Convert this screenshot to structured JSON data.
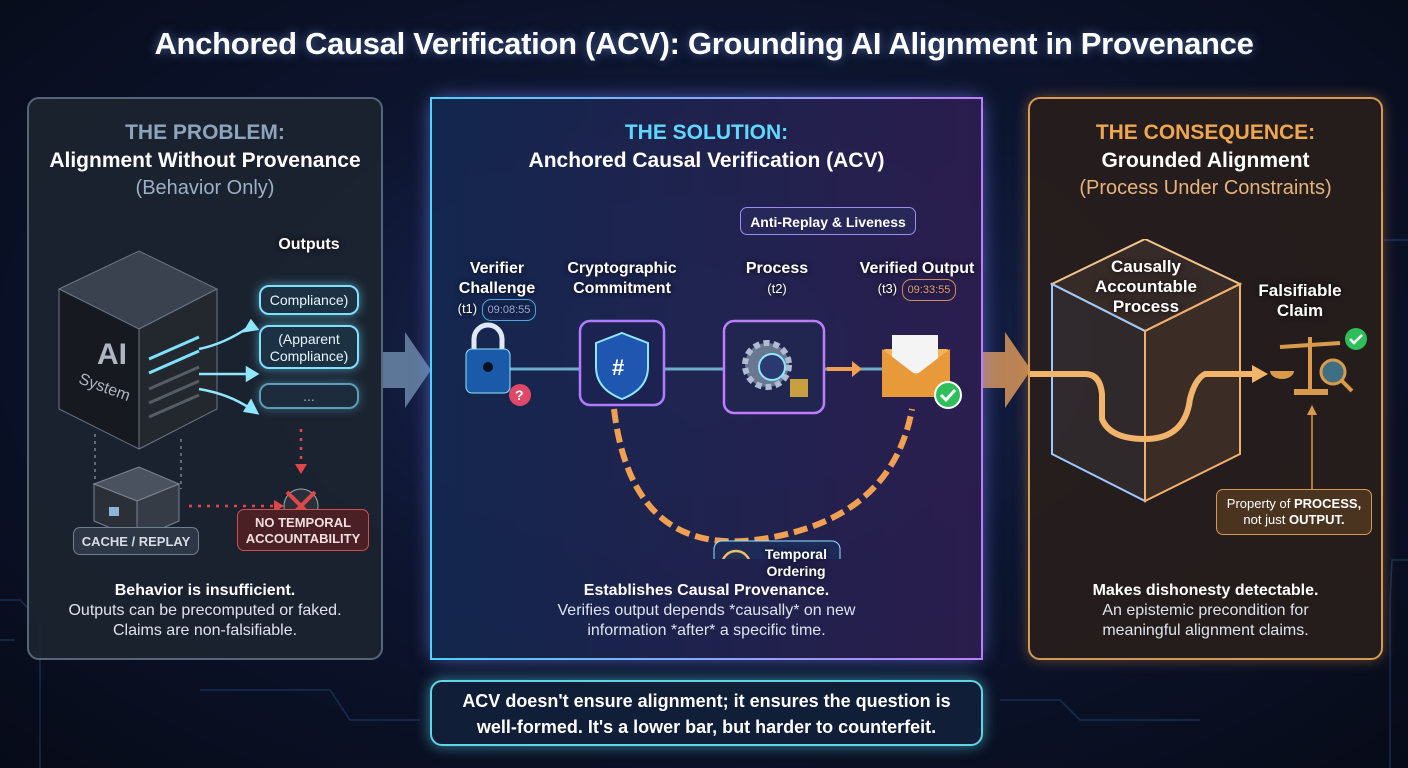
{
  "title": "Anchored Causal Verification (ACV): Grounding AI Alignment in Provenance",
  "problem": {
    "kicker": "THE PROBLEM:",
    "heading": "Alignment Without Provenance",
    "subheading": "(Behavior Only)",
    "ai_label_1": "AI",
    "ai_label_2": "System",
    "outputs_label": "Outputs",
    "outputs": [
      "Compliance)",
      "(Apparent\nCompliance)",
      "..."
    ],
    "cache_label": "CACHE / REPLAY",
    "no_temporal_label": "NO TEMPORAL ACCOUNTABILITY",
    "footer_bold": "Behavior is insufficient.",
    "footer_lines": [
      "Outputs can be precomputed or faked.",
      "Claims are non-falsifiable."
    ]
  },
  "solution": {
    "kicker": "THE SOLUTION:",
    "heading": "Anchored Causal Verification (ACV)",
    "callout": "Anti-Replay & Liveness",
    "steps": [
      {
        "label": "Verifier Challenge",
        "time": "(t1)",
        "stamp": "09:08:55"
      },
      {
        "label": "Cryptographic Commitment"
      },
      {
        "label": "Process",
        "time": "(t2)"
      },
      {
        "label": "Verified Output",
        "time": "(t3)",
        "stamp": "09:33:55"
      }
    ],
    "temporal_label": "Temporal Ordering",
    "footer_bold": "Establishes Causal Provenance.",
    "footer_lines": [
      "Verifies output depends *causally* on new",
      "information *after* a specific time."
    ]
  },
  "consequence": {
    "kicker": "THE CONSEQUENCE:",
    "heading": "Grounded Alignment",
    "subheading": "(Process Under Constraints)",
    "cube_label": "Causally Accountable Process",
    "claim_label": "Falsifiable Claim",
    "property_pre": "Property of ",
    "property_bold1": "PROCESS,",
    "property_mid": "not just ",
    "property_bold2": "OUTPUT.",
    "footer_bold": "Makes dishonesty detectable.",
    "footer_lines": [
      "An epistemic precondition for",
      "meaningful alignment claims."
    ]
  },
  "bottom_note": [
    "ACV doesn't ensure alignment; it ensures the question is",
    "well-formed. It's a lower bar, but harder to counterfeit."
  ],
  "colors": {
    "problem": "#56657a",
    "solution_start": "#4fd2ff",
    "solution_end": "#c07cff",
    "consequence": "#d59a55",
    "alert": "#e04848",
    "ok": "#2fbf5a"
  }
}
